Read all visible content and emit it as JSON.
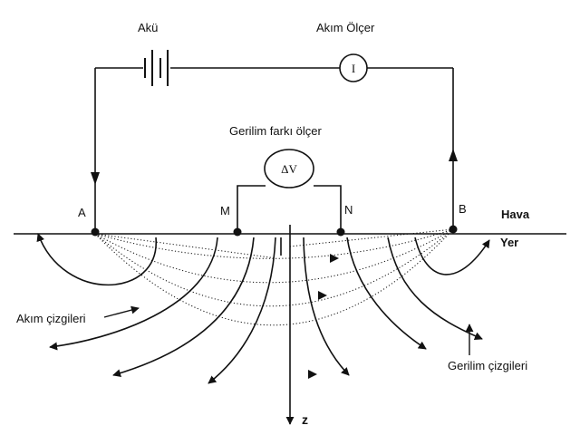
{
  "labels": {
    "battery": "Akü",
    "ammeter": "Akım Ölçer",
    "ammeter_symbol": "I",
    "voltmeter": "Gerilim farkı ölçer",
    "voltmeter_symbol": "ΔV",
    "electrode_a": "A",
    "electrode_m": "M",
    "electrode_n": "N",
    "electrode_b": "B",
    "air": "Hava",
    "ground": "Yer",
    "current_lines": "Akım çizgileri",
    "equipotential_lines": "Gerilim çizgileri",
    "depth_axis": "z"
  }
}
